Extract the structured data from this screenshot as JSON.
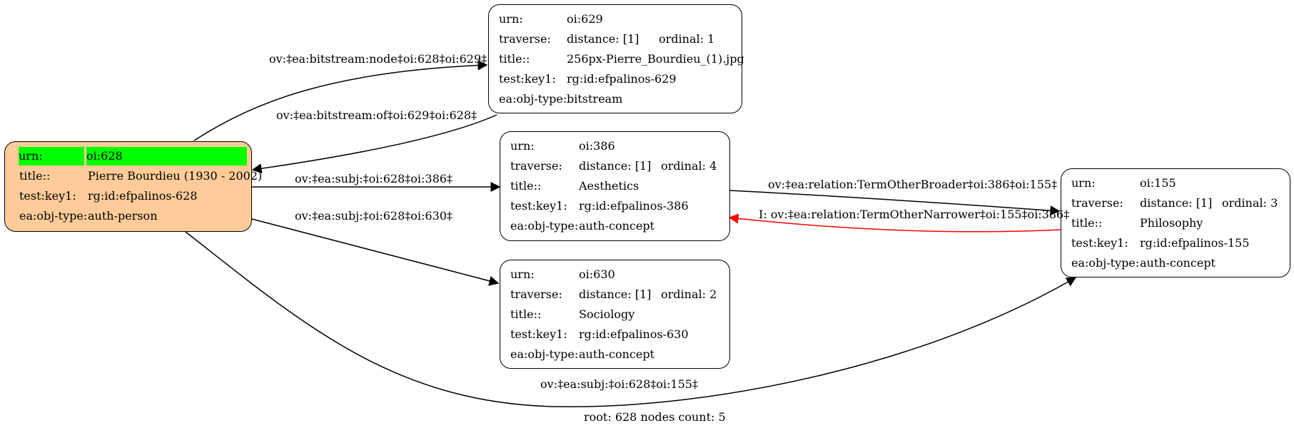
{
  "nodes": {
    "n628": {
      "rows": [
        {
          "key": "urn:",
          "value": "oi:628"
        },
        {
          "key": "title::",
          "value": "Pierre Bourdieu (1930 - 2002)"
        },
        {
          "key": "test:key1:",
          "value": "rg:id:efpalinos-628"
        },
        {
          "key": "ea:obj-type:",
          "value": "auth-person"
        }
      ]
    },
    "n629": {
      "rows": [
        {
          "key": "urn:",
          "value": "oi:629"
        },
        {
          "key": "traverse:",
          "value": "distance: [1]",
          "extra": "ordinal: 1"
        },
        {
          "key": "title::",
          "value": "256px-Pierre_Bourdieu_(1).jpg"
        },
        {
          "key": "test:key1:",
          "value": "rg:id:efpalinos-629"
        },
        {
          "key": "ea:obj-type:",
          "value": "bitstream"
        }
      ]
    },
    "n386": {
      "rows": [
        {
          "key": "urn:",
          "value": "oi:386"
        },
        {
          "key": "traverse:",
          "value": "distance: [1]",
          "extra": "ordinal: 4"
        },
        {
          "key": "title::",
          "value": "Aesthetics"
        },
        {
          "key": "test:key1:",
          "value": "rg:id:efpalinos-386"
        },
        {
          "key": "ea:obj-type:",
          "value": "auth-concept"
        }
      ]
    },
    "n630": {
      "rows": [
        {
          "key": "urn:",
          "value": "oi:630"
        },
        {
          "key": "traverse:",
          "value": "distance: [1]",
          "extra": "ordinal: 2"
        },
        {
          "key": "title::",
          "value": "Sociology"
        },
        {
          "key": "test:key1:",
          "value": "rg:id:efpalinos-630"
        },
        {
          "key": "ea:obj-type:",
          "value": "auth-concept"
        }
      ]
    },
    "n155": {
      "rows": [
        {
          "key": "urn:",
          "value": "oi:155"
        },
        {
          "key": "traverse:",
          "value": "distance: [1]",
          "extra": "ordinal: 3"
        },
        {
          "key": "title::",
          "value": "Philosophy"
        },
        {
          "key": "test:key1:",
          "value": "rg:id:efpalinos-155"
        },
        {
          "key": "ea:obj-type:",
          "value": "auth-concept"
        }
      ]
    }
  },
  "edges": {
    "e628_629": "ov:‡ea:bitstream:node‡oi:628‡oi:629‡",
    "e629_628": "ov:‡ea:bitstream:of‡oi:629‡oi:628‡",
    "e628_386": "ov:‡ea:subj:‡oi:628‡oi:386‡",
    "e628_630": "ov:‡ea:subj:‡oi:628‡oi:630‡",
    "e386_155": "ov:‡ea:relation:TermOtherBroader‡oi:386‡oi:155‡",
    "e155_386": "I: ov:‡ea:relation:TermOtherNarrower‡oi:155‡oi:386‡",
    "e628_155": "ov:‡ea:subj:‡oi:628‡oi:155‡"
  },
  "footer": "root: 628 nodes count: 5",
  "colors": {
    "root_fill": "#ffcc99",
    "highlight": "#00ff00",
    "inverse_edge": "#ff0000",
    "edge": "#000000"
  }
}
